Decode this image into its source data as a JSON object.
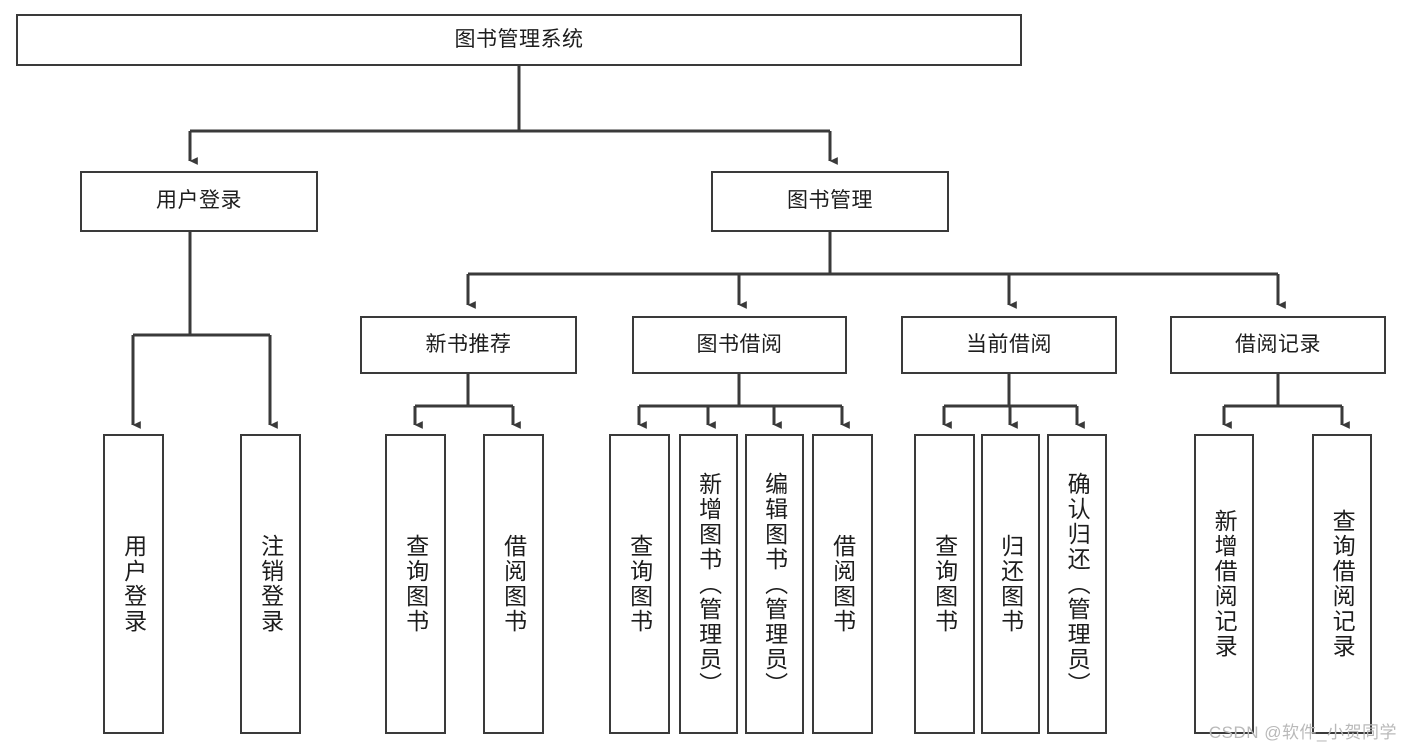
{
  "diagram": {
    "type": "tree",
    "title": "图书管理系统",
    "root": {
      "label": "图书管理系统"
    },
    "level2": [
      {
        "label": "用户登录"
      },
      {
        "label": "图书管理"
      }
    ],
    "level3": [
      {
        "label": "新书推荐"
      },
      {
        "label": "图书借阅"
      },
      {
        "label": "当前借阅"
      },
      {
        "label": "借阅记录"
      }
    ],
    "leaves": {
      "user_login": [
        {
          "label": "用户登录"
        },
        {
          "label": "注销登录"
        }
      ],
      "new_book_recommend": [
        {
          "label": "查询图书"
        },
        {
          "label": "借阅图书"
        }
      ],
      "book_borrow": [
        {
          "label": "查询图书"
        },
        {
          "label": "新增图书（管理员）"
        },
        {
          "label": "编辑图书（管理员）"
        },
        {
          "label": "借阅图书"
        }
      ],
      "current_borrow": [
        {
          "label": "查询图书"
        },
        {
          "label": "归还图书"
        },
        {
          "label": "确认归还（管理员）"
        }
      ],
      "borrow_record": [
        {
          "label": "新增借阅记录"
        },
        {
          "label": "查询借阅记录"
        }
      ]
    }
  },
  "watermark": {
    "text": "CSDN @软件_小贺同学"
  },
  "colors": {
    "background": "#ffffff",
    "box_fill": "#ffffff",
    "box_stroke": "#3a3a3a",
    "connector": "#3a3a3a",
    "text": "#1d1d1d",
    "watermark": "#b9b9b9"
  }
}
